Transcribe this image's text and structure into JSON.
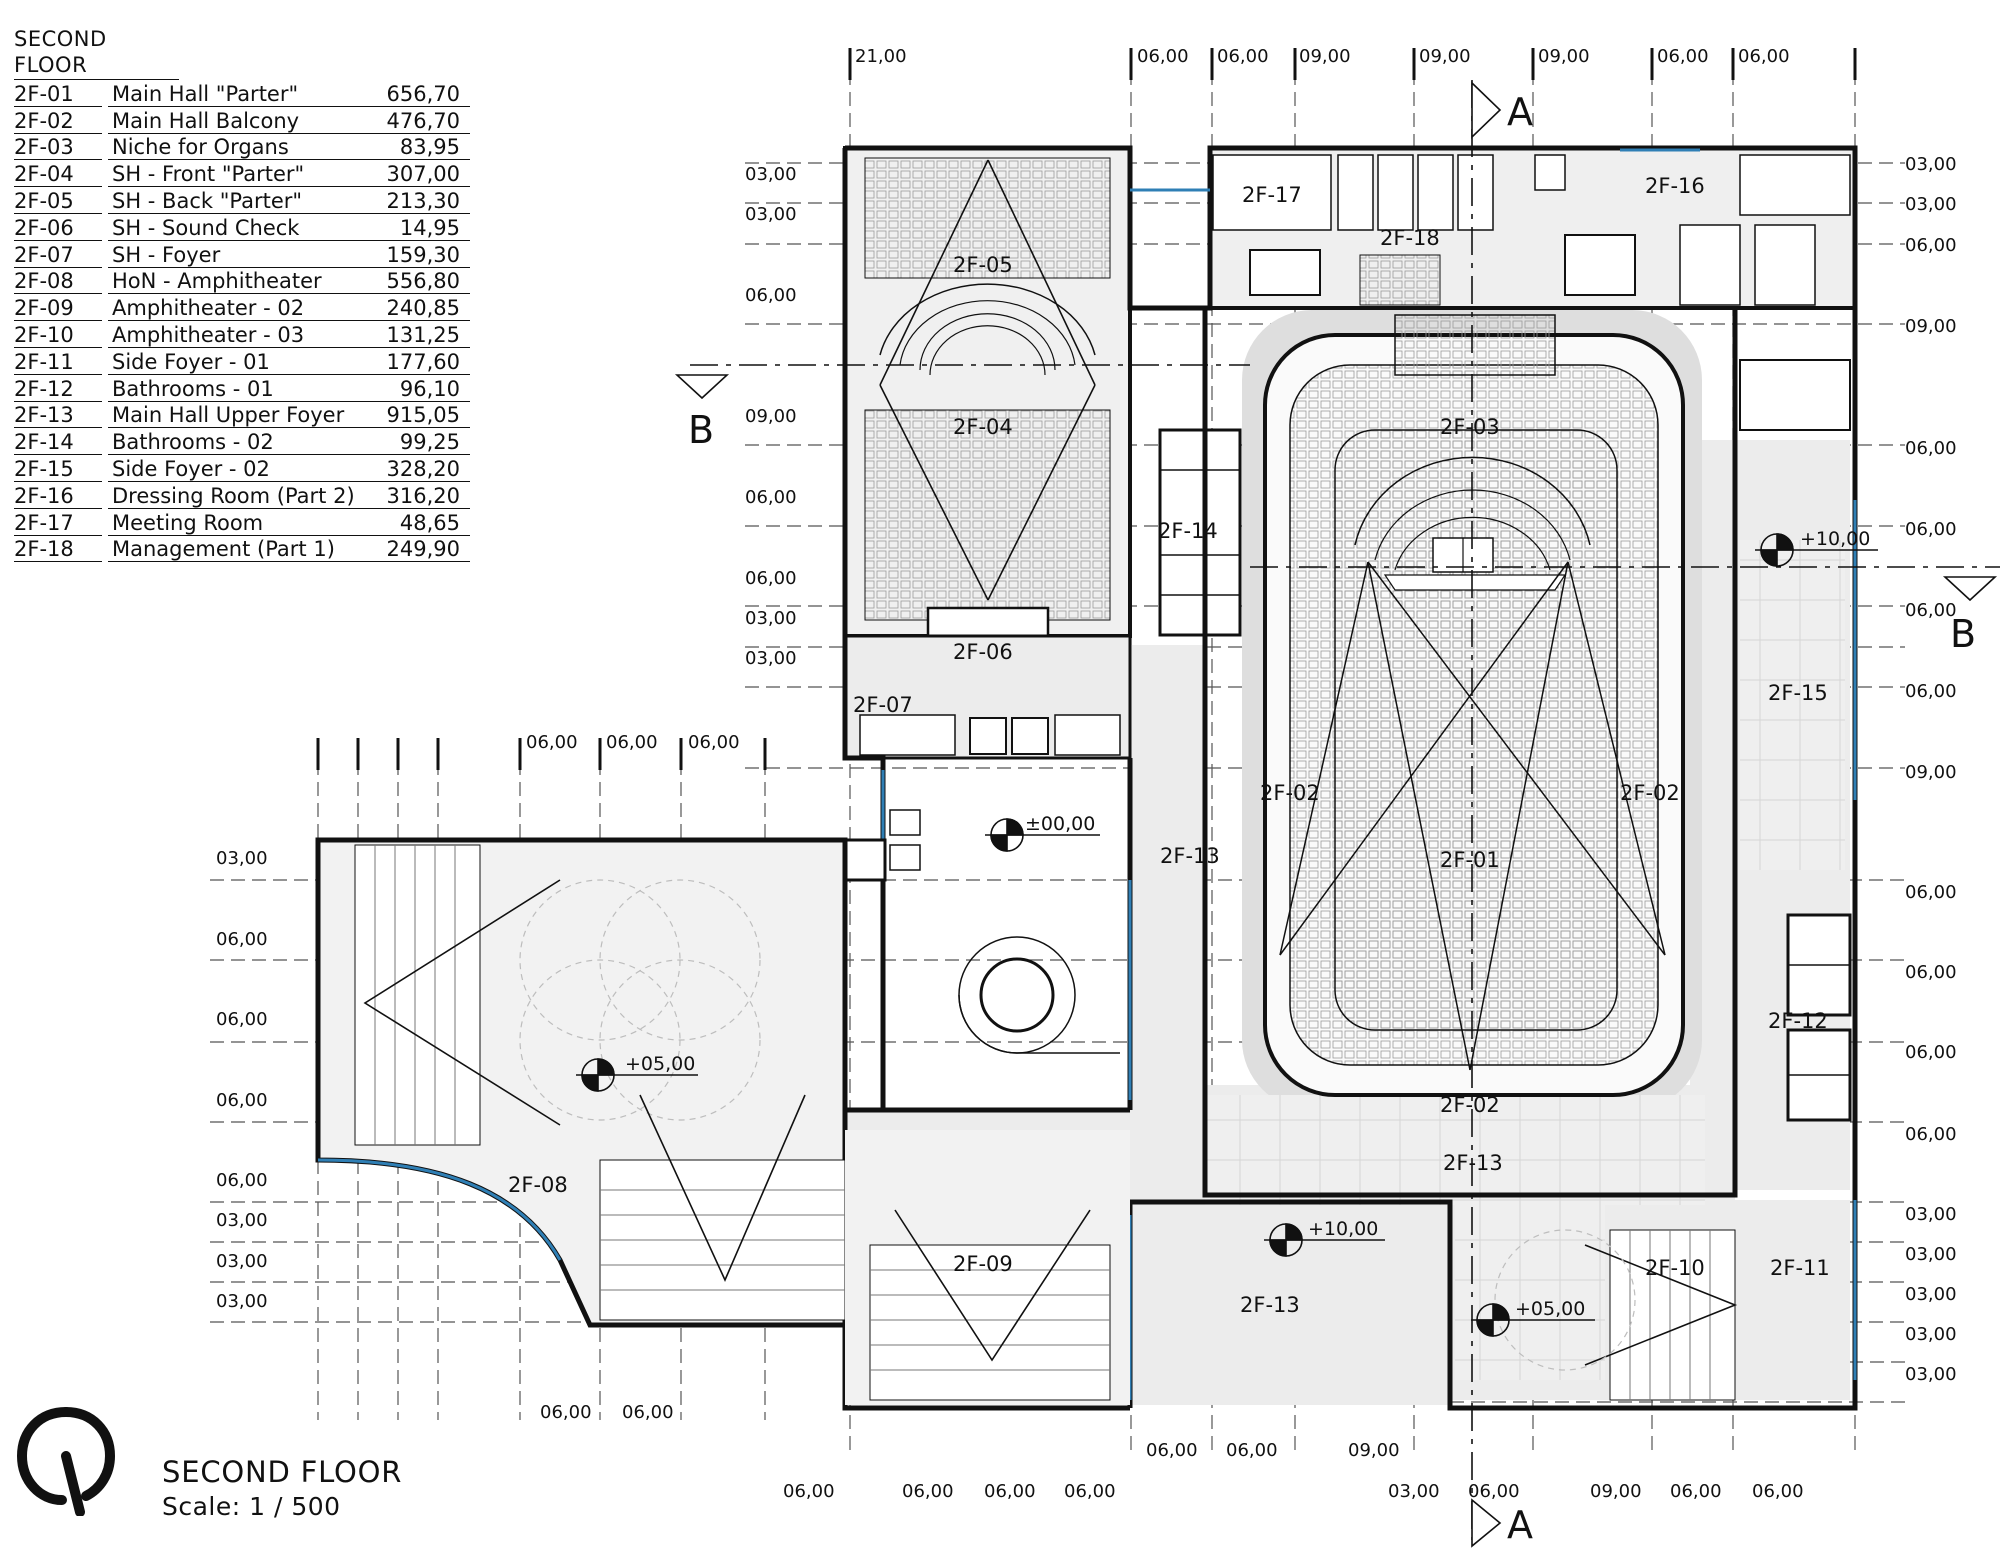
{
  "legend": {
    "title": "SECOND FLOOR",
    "rows": [
      {
        "code": "2F-01",
        "name": "Main Hall \"Parter\"",
        "area": "656,70"
      },
      {
        "code": "2F-02",
        "name": "Main Hall Balcony",
        "area": "476,70"
      },
      {
        "code": "2F-03",
        "name": "Niche for Organs",
        "area": "83,95"
      },
      {
        "code": "2F-04",
        "name": "SH - Front \"Parter\"",
        "area": "307,00"
      },
      {
        "code": "2F-05",
        "name": "SH - Back \"Parter\"",
        "area": "213,30"
      },
      {
        "code": "2F-06",
        "name": "SH - Sound Check",
        "area": "14,95"
      },
      {
        "code": "2F-07",
        "name": "SH - Foyer",
        "area": "159,30"
      },
      {
        "code": "2F-08",
        "name": "HoN - Amphitheater",
        "area": "556,80"
      },
      {
        "code": "2F-09",
        "name": "Amphitheater - 02",
        "area": "240,85"
      },
      {
        "code": "2F-10",
        "name": "Amphitheater - 03",
        "area": "131,25"
      },
      {
        "code": "2F-11",
        "name": "Side Foyer - 01",
        "area": "177,60"
      },
      {
        "code": "2F-12",
        "name": "Bathrooms - 01",
        "area": "96,10"
      },
      {
        "code": "2F-13",
        "name": "Main Hall Upper Foyer",
        "area": "915,05"
      },
      {
        "code": "2F-14",
        "name": "Bathrooms - 02",
        "area": "99,25"
      },
      {
        "code": "2F-15",
        "name": "Side Foyer - 02",
        "area": "328,20"
      },
      {
        "code": "2F-16",
        "name": "Dressing Room (Part 2)",
        "area": "316,20"
      },
      {
        "code": "2F-17",
        "name": "Meeting Room",
        "area": "48,65"
      },
      {
        "code": "2F-18",
        "name": "Management (Part 1)",
        "area": "249,90"
      }
    ]
  },
  "room_labels": {
    "r01": "2F-01",
    "r02a": "2F-02",
    "r02b": "2F-02",
    "r02c": "2F-02",
    "r03": "2F-03",
    "r04": "2F-04",
    "r05": "2F-05",
    "r06": "2F-06",
    "r07": "2F-07",
    "r08": "2F-08",
    "r09": "2F-09",
    "r10": "2F-10",
    "r11": "2F-11",
    "r12": "2F-12",
    "r13a": "2F-13",
    "r13b": "2F-13",
    "r13c": "2F-13",
    "r14": "2F-14",
    "r15": "2F-15",
    "r16": "2F-16",
    "r17": "2F-17",
    "r18": "2F-18"
  },
  "levels": {
    "l1": "±00,00",
    "l2": "+05,00",
    "l3": "+10,00",
    "l4": "+10,00",
    "l5": "+05,00"
  },
  "section_markers": {
    "a_top": "A",
    "a_bottom": "A",
    "b_left": "B",
    "b_right": "B"
  },
  "dims": {
    "top": [
      "21,00",
      "06,00",
      "06,00",
      "09,00",
      "09,00",
      "09,00",
      "06,00",
      "06,00"
    ],
    "left_main": [
      "03,00",
      "03,00",
      "06,00",
      "09,00",
      "06,00",
      "06,00",
      "03,00",
      "03,00"
    ],
    "right_main": [
      "03,00",
      "03,00",
      "06,00",
      "09,00",
      "06,00",
      "06,00",
      "06,00",
      "06,00",
      "09,00",
      "06,00",
      "06,00",
      "06,00",
      "06,00",
      "03,00",
      "03,00",
      "03,00",
      "03,00",
      "03,00"
    ],
    "wing_top": [
      "06,00",
      "06,00",
      "06,00"
    ],
    "wing_left": [
      "03,00",
      "06,00",
      "06,00",
      "06,00",
      "06,00",
      "03,00",
      "03,00",
      "03,00"
    ],
    "wing_bottom": [
      "06,00",
      "06,00"
    ],
    "bottom_mid": [
      "06,00",
      "06,00",
      "09,00"
    ],
    "bottom_row": [
      "06,00",
      "06,00",
      "06,00",
      "06,00",
      "03,00",
      "06,00",
      "09,00",
      "06,00",
      "06,00"
    ]
  },
  "footer": {
    "title": "SECOND FLOOR",
    "scale": "Scale: 1 / 500"
  },
  "colors": {
    "glass": "#2f7fb5",
    "fill": "#ececec",
    "wall": "#111111"
  }
}
